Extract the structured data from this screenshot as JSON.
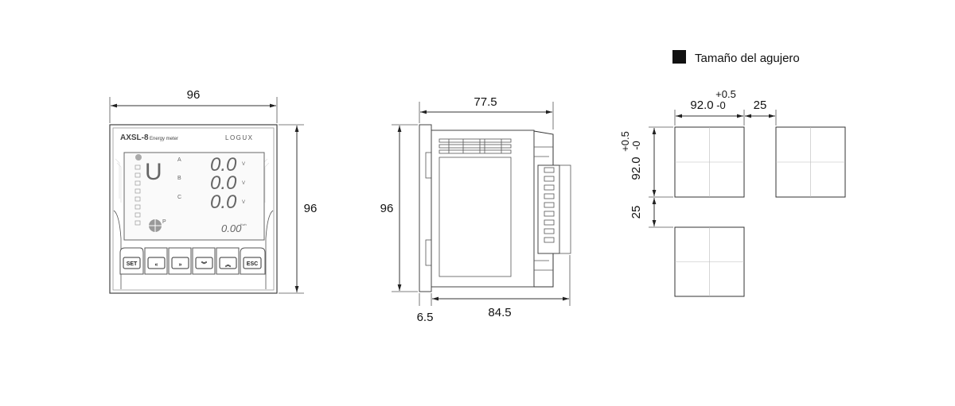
{
  "front_view": {
    "width_label": "96",
    "height_label": "96",
    "model": "AXSL-8",
    "product": "Energy meter",
    "brand": "LOGUX",
    "lcd": {
      "phase_labels": [
        "A",
        "B",
        "C"
      ],
      "values": [
        "0.0",
        "0.0",
        "0.0"
      ],
      "unit": "V",
      "main_symbol": "U",
      "energy_value": "0.00",
      "energy_unit": "Kwh",
      "power_label": "P"
    },
    "buttons": [
      "SET",
      "«",
      "»",
      "︾",
      "︽",
      "ESC"
    ]
  },
  "side_view": {
    "depth_label": "77.5",
    "height_label": "96",
    "front_thickness_label": "6.5",
    "total_depth_label": "84.5"
  },
  "cutout": {
    "legend": "Tamaño del agujero",
    "size_label": "92.0",
    "tol_plus": "+0.5",
    "tol_minus": "-0",
    "spacing_label_h": "25",
    "spacing_label_v": "25"
  }
}
